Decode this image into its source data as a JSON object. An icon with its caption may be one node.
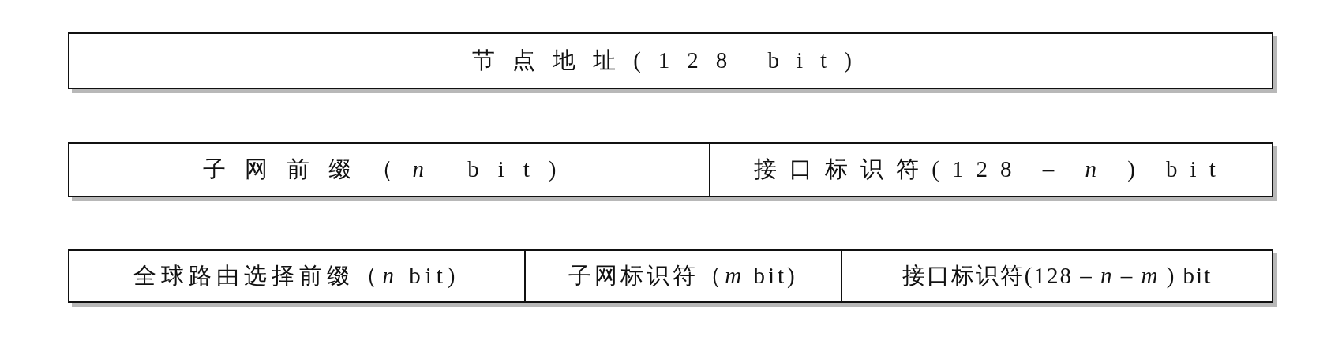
{
  "diagram": {
    "nodes": [
      {
        "text": [
          "节点地址(128 bit)"
        ]
      },
      {
        "text": [
          "子网前缀（*n* bit)"
        ]
      },
      {
        "text": [
          "接口标识符(128 – *n* ) bit"
        ]
      },
      {
        "text": [
          "全球路由选择前缀（*n* bit)"
        ]
      },
      {
        "text": [
          "子网标识符（*m* bit)"
        ]
      },
      {
        "text": [
          "接口标识符(128 – *n* – *m* ) bit"
        ]
      }
    ]
  }
}
